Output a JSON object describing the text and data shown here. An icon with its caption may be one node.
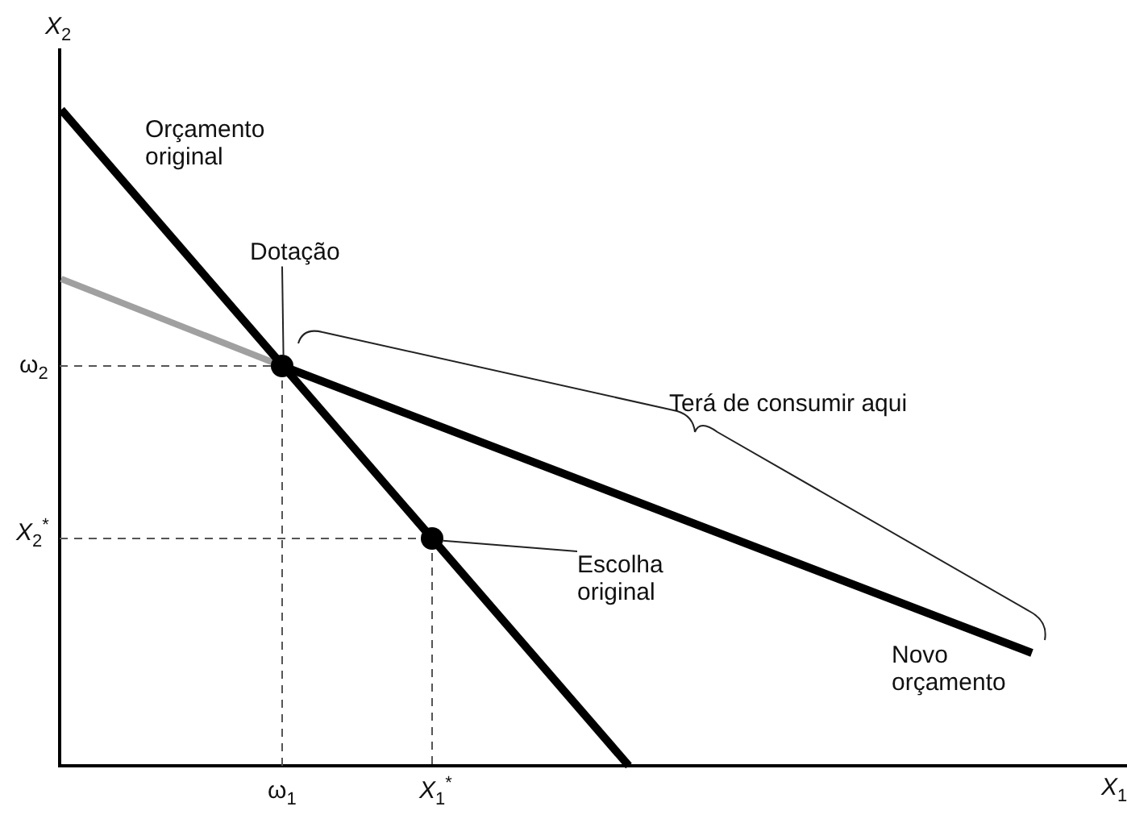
{
  "diagram": {
    "nodes": [
      {
        "text": [
          "Dotação"
        ]
      },
      {
        "text": [],
        "shape": "circle"
      },
      {
        "text": [
          "Escolha original"
        ]
      },
      {
        "text": [],
        "shape": "circle"
      }
    ],
    "edges": [
      {
        "from": 0,
        "to": 1,
        "arrow": "none"
      },
      {
        "from": 2,
        "to": 3,
        "arrow": "none"
      }
    ],
    "labels": [
      "X$_{2}$",
      "Orçamento original",
      "ω$_{2}$",
      "Terá de consumir aqui",
      "X$_{2}$$^{*}$",
      "Novo orçamento",
      "ω$_{1}$",
      "X$_{1}$$^{*}$",
      "X$_{1}$"
    ]
  }
}
